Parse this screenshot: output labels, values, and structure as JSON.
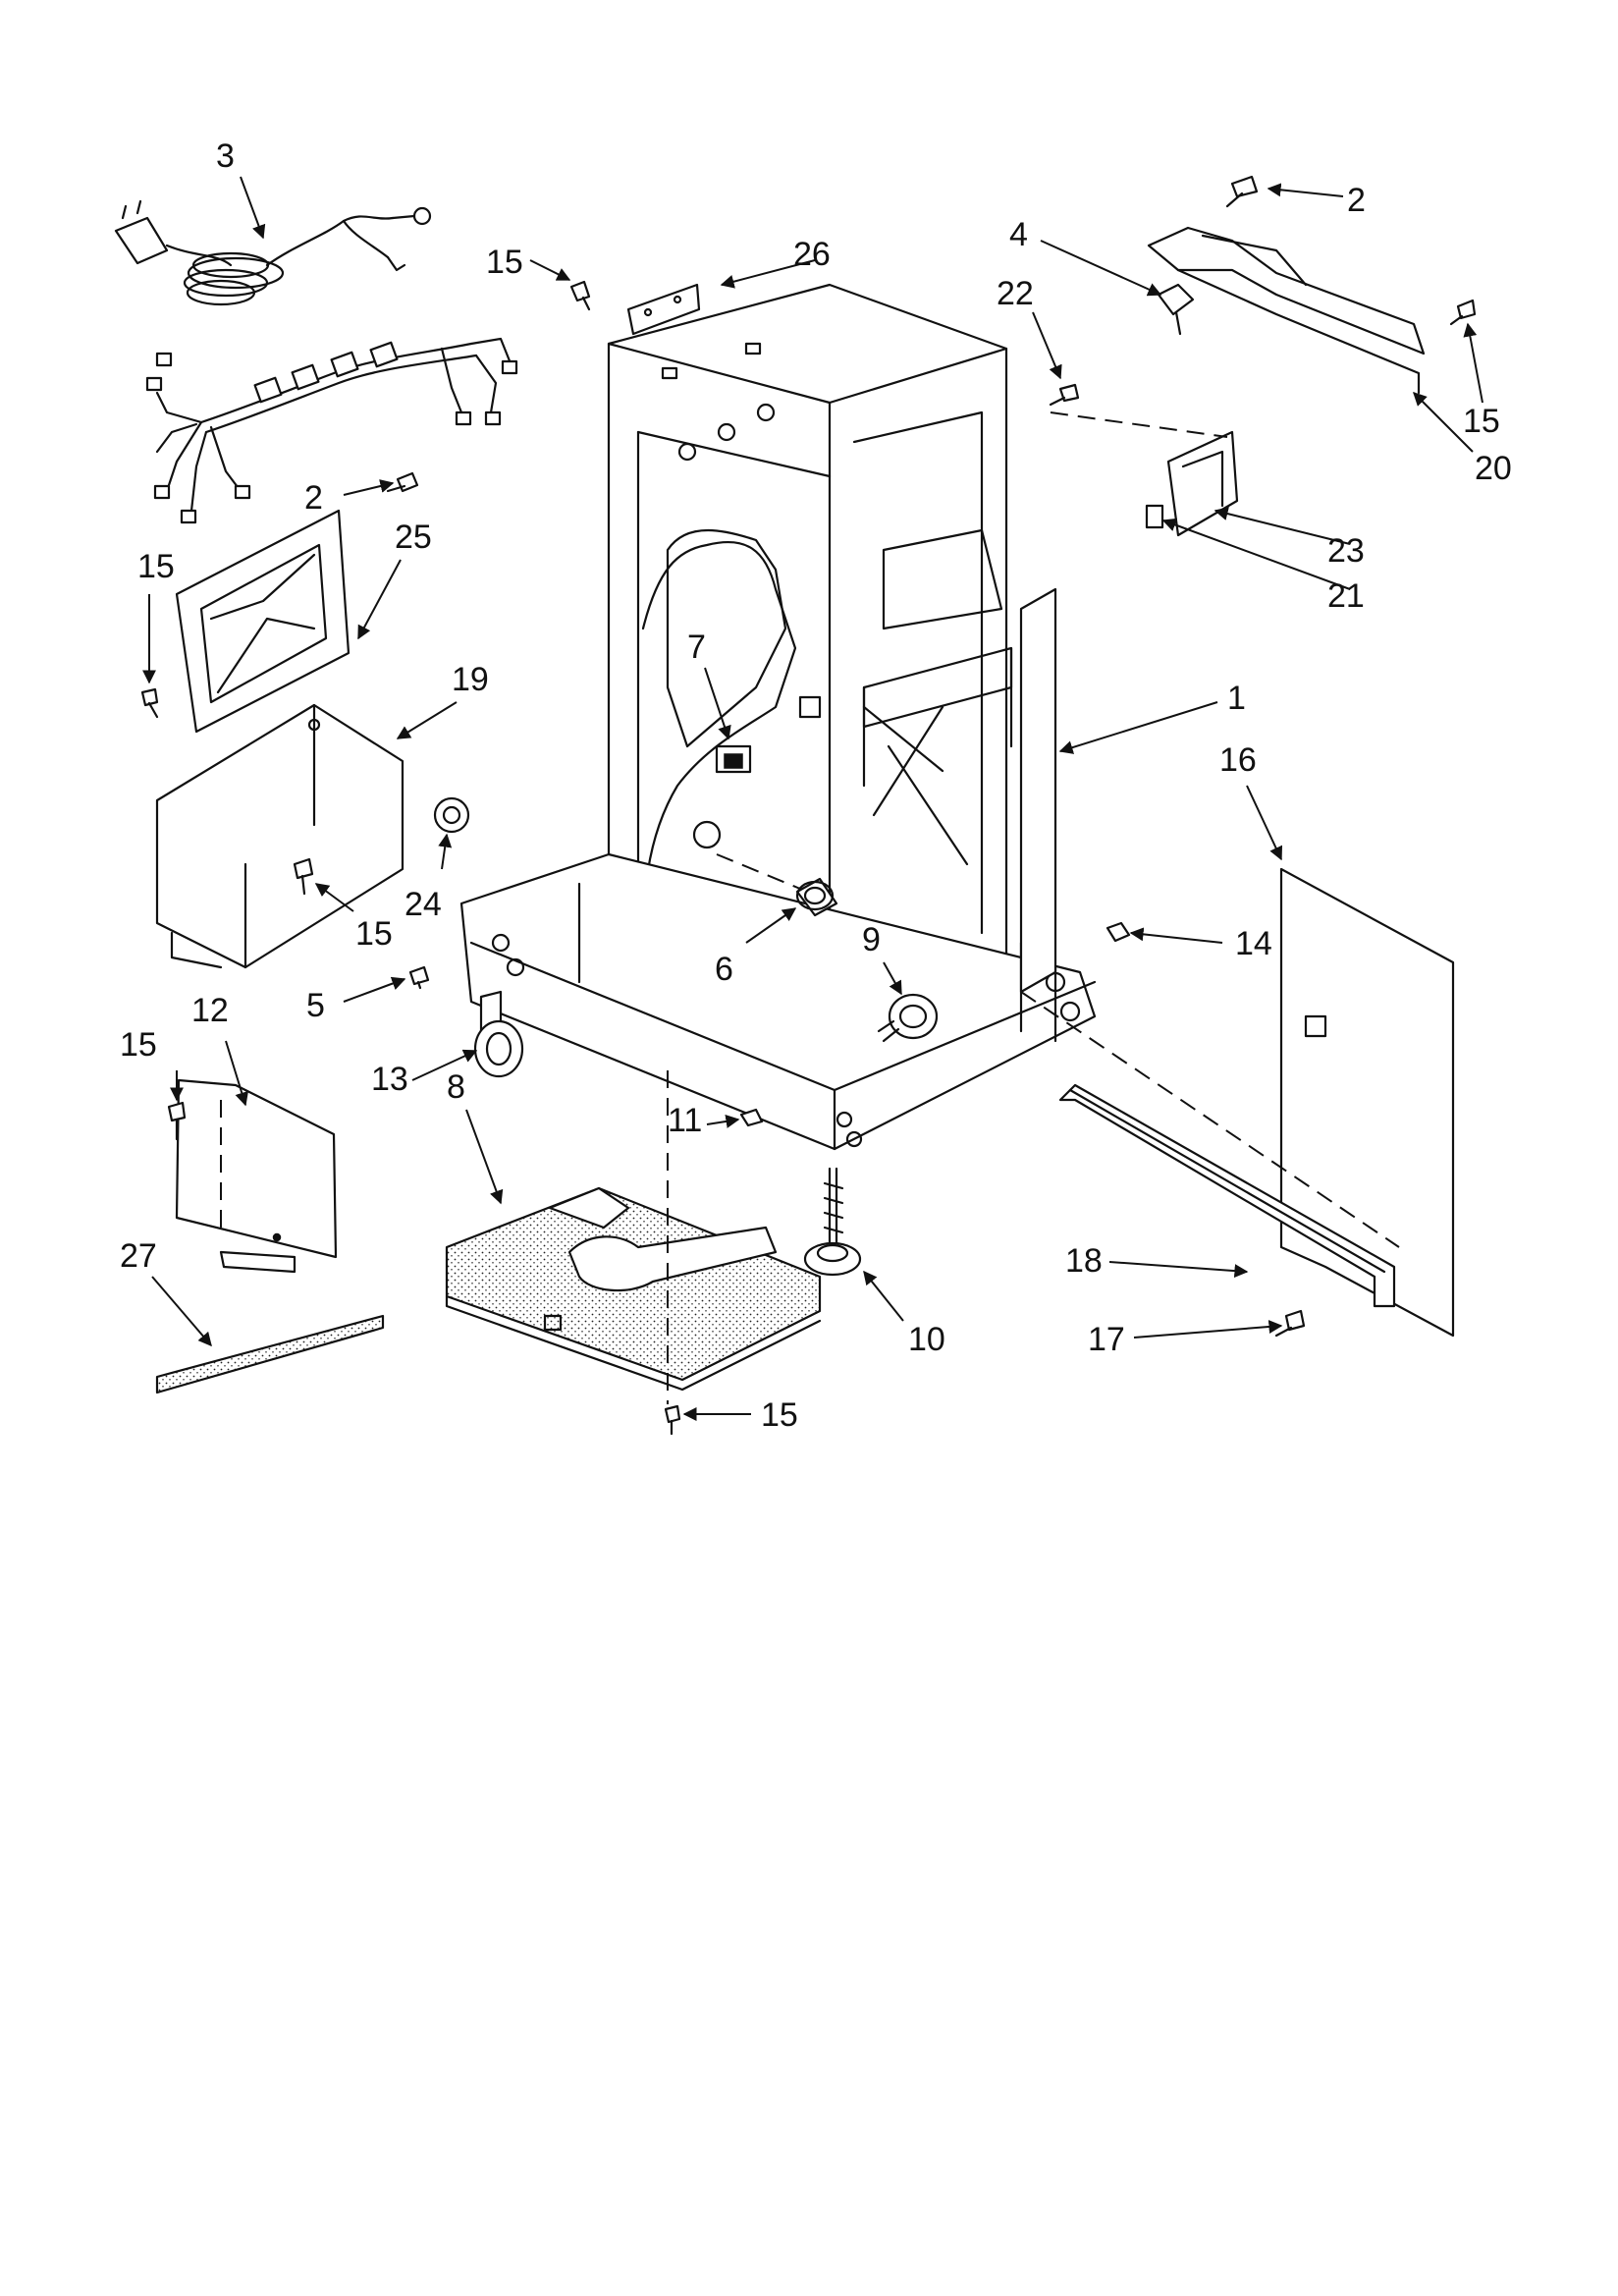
{
  "diagram": {
    "type": "exploded-parts-diagram",
    "colors": {
      "ink": "#111111",
      "paper": "#ffffff"
    },
    "callouts": [
      {
        "id": "c-3",
        "label": "3"
      },
      {
        "id": "c-2a",
        "label": "2"
      },
      {
        "id": "c-2b",
        "label": "2"
      },
      {
        "id": "c-15a",
        "label": "15"
      },
      {
        "id": "c-26",
        "label": "26"
      },
      {
        "id": "c-4",
        "label": "4"
      },
      {
        "id": "c-22",
        "label": "22"
      },
      {
        "id": "c-15b",
        "label": "15"
      },
      {
        "id": "c-20",
        "label": "20"
      },
      {
        "id": "c-23",
        "label": "23"
      },
      {
        "id": "c-21",
        "label": "21"
      },
      {
        "id": "c-15c",
        "label": "15"
      },
      {
        "id": "c-25",
        "label": "25"
      },
      {
        "id": "c-19",
        "label": "19"
      },
      {
        "id": "c-7",
        "label": "7"
      },
      {
        "id": "c-1",
        "label": "1"
      },
      {
        "id": "c-16",
        "label": "16"
      },
      {
        "id": "c-24",
        "label": "24"
      },
      {
        "id": "c-15d",
        "label": "15"
      },
      {
        "id": "c-6",
        "label": "6"
      },
      {
        "id": "c-9",
        "label": "9"
      },
      {
        "id": "c-14",
        "label": "14"
      },
      {
        "id": "c-5",
        "label": "5"
      },
      {
        "id": "c-12",
        "label": "12"
      },
      {
        "id": "c-15e",
        "label": "15"
      },
      {
        "id": "c-13",
        "label": "13"
      },
      {
        "id": "c-8",
        "label": "8"
      },
      {
        "id": "c-11",
        "label": "11"
      },
      {
        "id": "c-27",
        "label": "27"
      },
      {
        "id": "c-10",
        "label": "10"
      },
      {
        "id": "c-18",
        "label": "18"
      },
      {
        "id": "c-17",
        "label": "17"
      },
      {
        "id": "c-15f",
        "label": "15"
      }
    ]
  }
}
